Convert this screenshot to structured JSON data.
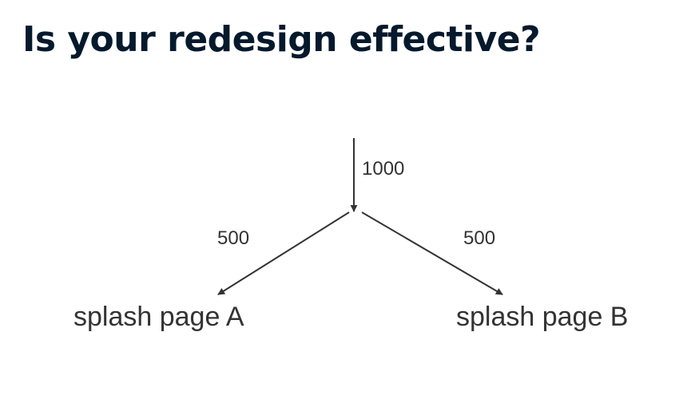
{
  "title": "Is your redesign effective?",
  "diagram": {
    "input_count": "1000",
    "left_branch_count": "500",
    "right_branch_count": "500",
    "left_destination": "splash page A",
    "right_destination": "splash page B"
  },
  "colors": {
    "title": "#05192d",
    "diagram_ink": "#333333"
  }
}
